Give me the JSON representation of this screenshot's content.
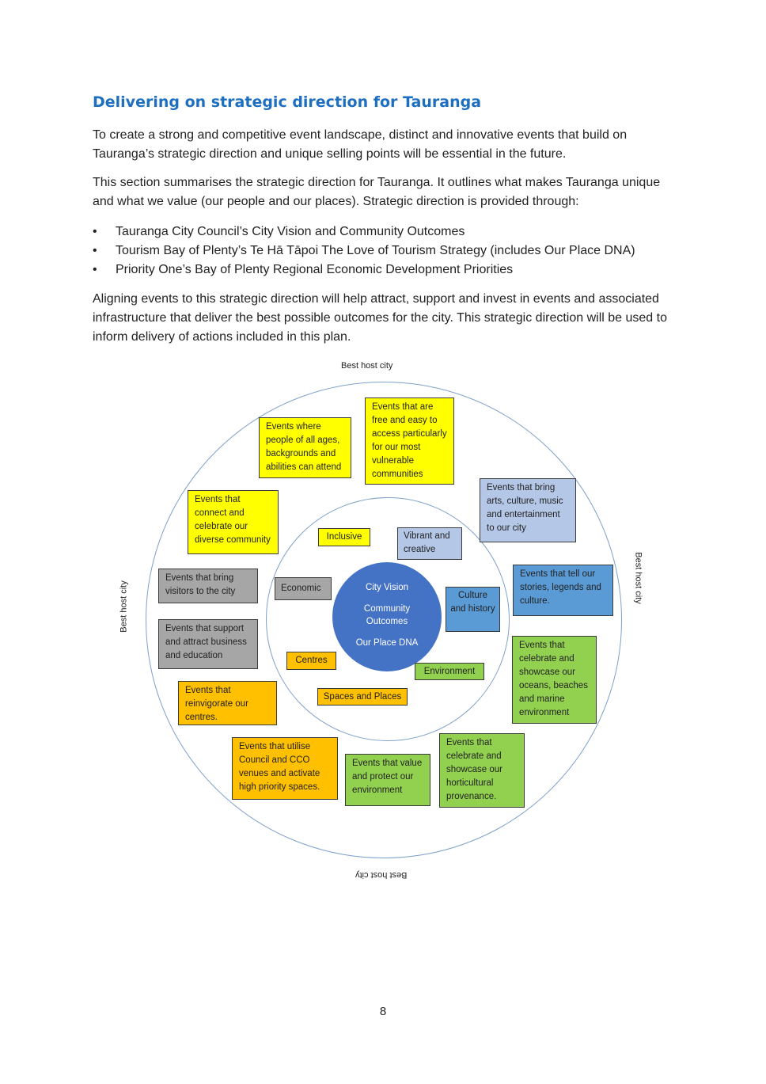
{
  "title": "Delivering on strategic direction for Tauranga",
  "paragraphs": [
    "To create a strong and competitive event landscape, distinct and innovative events that build on Tauranga’s strategic direction and unique selling points will be essential in the future.",
    "This section summarises the strategic direction for Tauranga. It outlines what makes Tauranga unique and what we value (our people and our places). Strategic direction is provided through:",
    "Aligning events to this strategic direction will help attract, support and invest in events and associated infrastructure that deliver the best possible outcomes for the city. This strategic direction will be used to inform delivery of actions included in this plan."
  ],
  "bullets": [
    "Tauranga City Council’s City Vision and Community Outcomes",
    "Tourism Bay of Plenty’s Te Hā Tāpoi The Love of Tourism Strategy (includes Our Place DNA)",
    "Priority One’s Bay of Plenty Regional Economic Development Priorities"
  ],
  "diagram": {
    "ring_labels": {
      "top": "Best host city",
      "left": "Best host city",
      "right": "Best host city",
      "bottom": "Best host city"
    },
    "hub": {
      "line1": "City Vision",
      "line2": "Community",
      "line3": "Outcomes",
      "line4": "Our Place DNA"
    },
    "inner_labels": {
      "inclusive": "Inclusive",
      "vibrant": "Vibrant and creative",
      "economic": "Economic",
      "culture": "Culture and history",
      "centres": "Centres",
      "environment": "Environment",
      "spaces": "Spaces and Places"
    },
    "outer_boxes": {
      "all_ages": "Events where people of all ages, backgrounds and abilities can attend",
      "free_access": "Events that are free and easy to access particularly for our most vulnerable communities",
      "connect": "Events that connect and celebrate our diverse community",
      "arts": "Events that bring arts, culture, music and entertainment to our city",
      "visitors": "Events that bring visitors to the city",
      "stories": "Events that tell our stories, legends and culture.",
      "business": "Events that support and attract business and education",
      "oceans": "Events that celebrate and showcase our oceans, beaches and marine environment",
      "reinvigorate": "Events that reinvigorate our centres.",
      "venues": "Events that utilise Council and CCO venues and activate high priority spaces.",
      "protect": "Events that value and protect our environment",
      "horticultural": "Events that celebrate and showcase our horticultural provenance."
    },
    "colors": {
      "social": "#ffff00",
      "economic": "#a6a6a6",
      "culture_light": "#b4c7e7",
      "culture": "#5b9bd5",
      "environment": "#92d050",
      "places": "#ffc000",
      "hub": "#4472c4"
    }
  },
  "page_number": "8"
}
